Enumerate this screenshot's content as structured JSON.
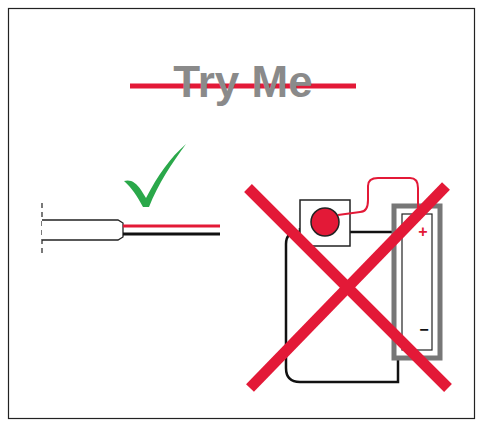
{
  "diagram": {
    "labels": [
      "Try Me",
      "+",
      "−"
    ]
  }
}
